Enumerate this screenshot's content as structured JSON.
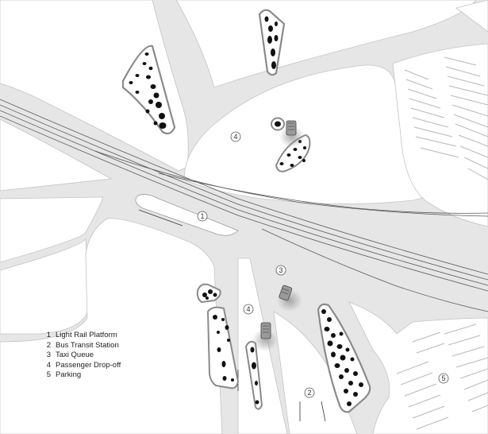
{
  "legend": [
    {
      "number": "1",
      "label": "Light Rail Platform"
    },
    {
      "number": "2",
      "label": "Bus Transit Station"
    },
    {
      "number": "3",
      "label": "Taxi Queue"
    },
    {
      "number": "4",
      "label": "Passenger Drop-off"
    },
    {
      "number": "5",
      "label": "Parking"
    }
  ],
  "markers": {
    "light_rail_platform": "1",
    "bus_transit_station": "2",
    "taxi_queue": "3",
    "drop_off_north": "4",
    "drop_off_south": "4",
    "parking": "5"
  },
  "colors": {
    "road": "#e6e6e6",
    "block": "#ffffff",
    "planter_outline": "#8a8a8a",
    "tree": "#111111",
    "rail": "#555555",
    "curb": "#b0b0b0"
  }
}
